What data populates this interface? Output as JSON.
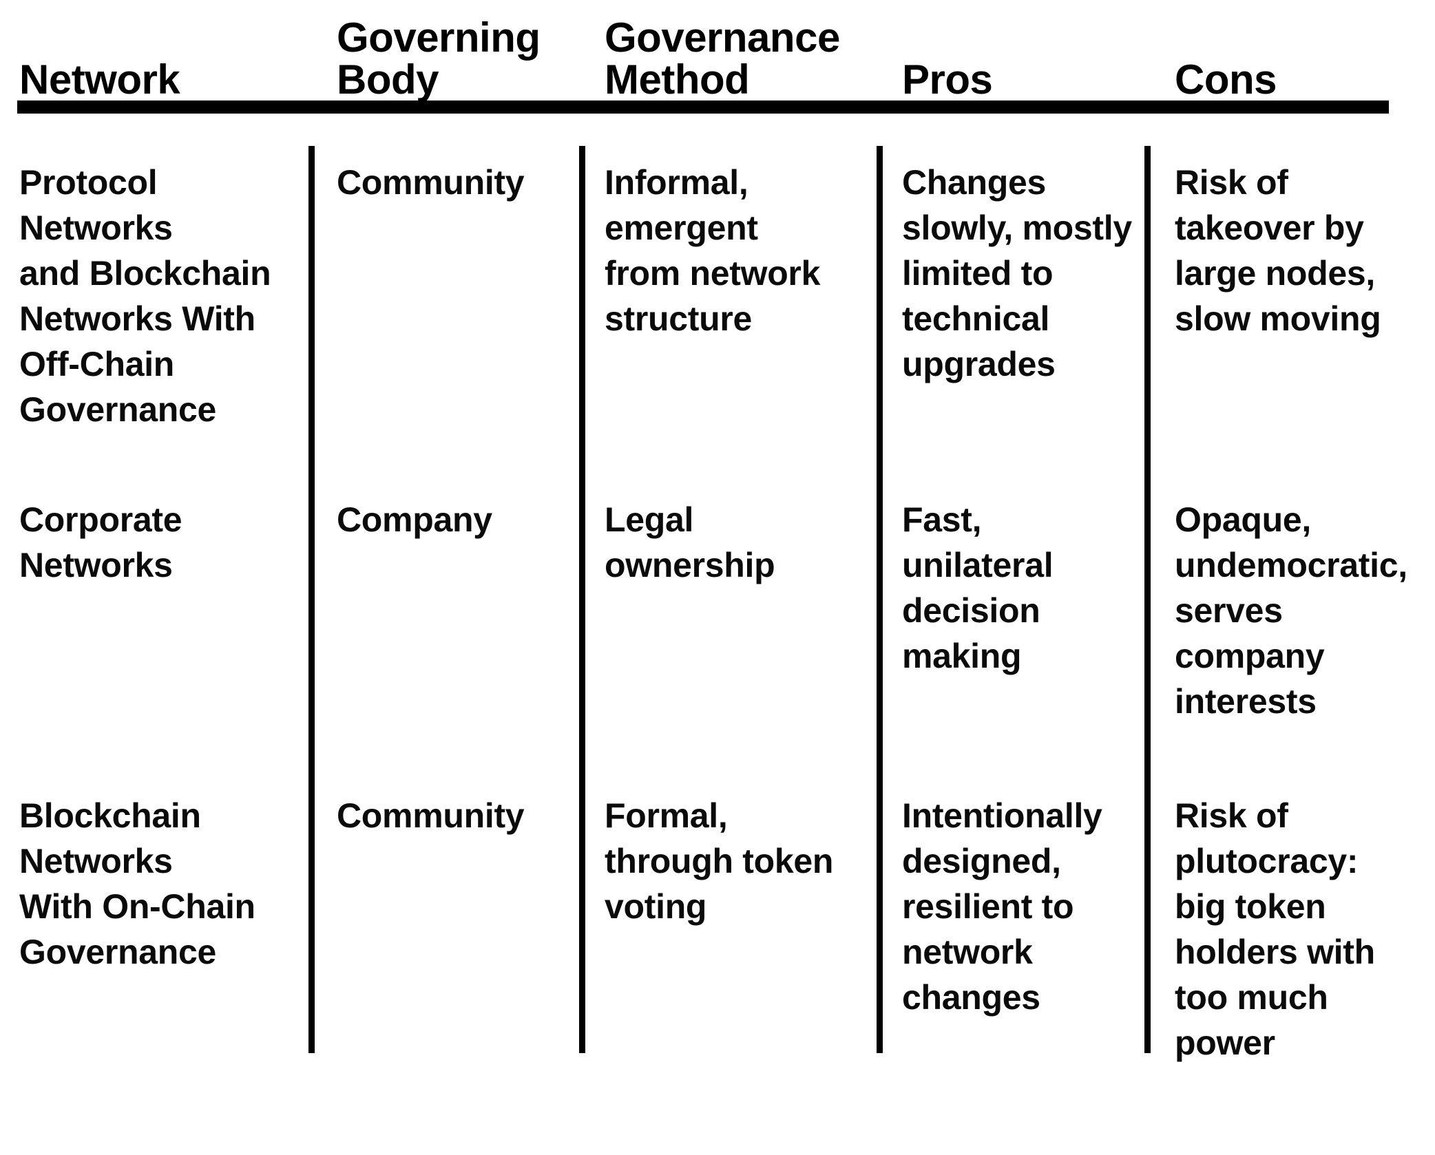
{
  "table": {
    "columns": [
      {
        "label": "Network"
      },
      {
        "label": "Governing\nBody"
      },
      {
        "label": "Governance\nMethod"
      },
      {
        "label": "Pros"
      },
      {
        "label": "Cons"
      }
    ],
    "rows": [
      {
        "network": "Protocol\nNetworks\nand Blockchain\nNetworks With\nOff-Chain\nGovernance",
        "governing_body": "Community",
        "governance_method": "Informal,\nemergent\nfrom network\nstructure",
        "pros": "Changes\nslowly, mostly\nlimited to\ntechnical\nupgrades",
        "cons": "Risk of\ntakeover by\nlarge nodes,\nslow moving"
      },
      {
        "network": "Corporate\nNetworks",
        "governing_body": "Company",
        "governance_method": "Legal\nownership",
        "pros": "Fast,\nunilateral\ndecision\nmaking",
        "cons": "Opaque,\nundemocratic,\nserves\ncompany\ninterests"
      },
      {
        "network": "Blockchain\nNetworks\nWith On-Chain\nGovernance",
        "governing_body": "Community",
        "governance_method": "Formal,\nthrough token\nvoting",
        "pros": "Intentionally\ndesigned,\nresilient to\nnetwork\nchanges",
        "cons": "Risk of\nplutocracy:\nbig token\nholders with\ntoo much\npower"
      }
    ]
  },
  "colors": {
    "background": "#ffffff",
    "text": "#0b0b0b",
    "rule": "#000000"
  }
}
